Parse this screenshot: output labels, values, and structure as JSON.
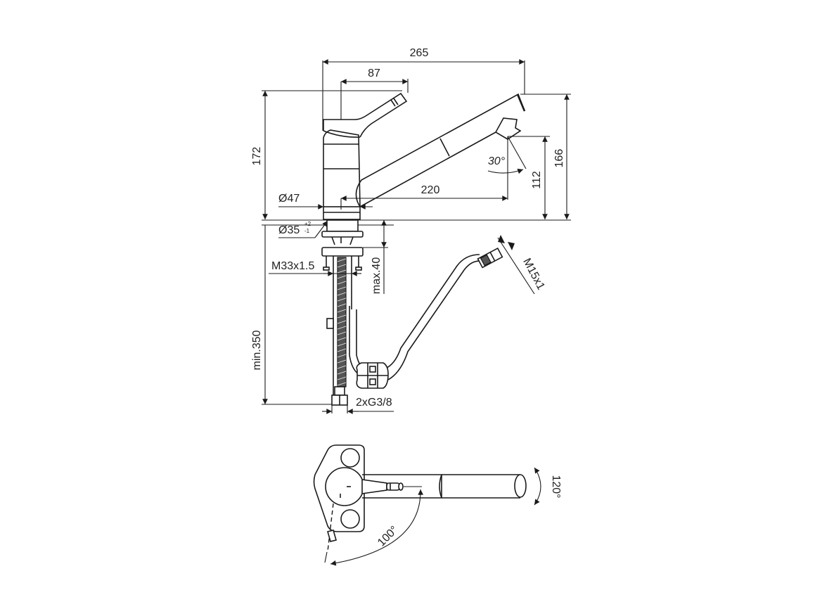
{
  "drawing": {
    "subject": "Kitchen mixer faucet with pull-out spout — technical dimension drawing",
    "units": "mm",
    "line_color": "#1a1a1a",
    "background": "#ffffff"
  },
  "side_view": {
    "dimensions": {
      "overall_reach": "265",
      "lever_reach": "87",
      "overall_height": "172",
      "spout_outlet_height": "166",
      "aerator_height": "112",
      "spout_projection": "220",
      "body_diameter": "Ø47",
      "hole_diameter": "Ø35",
      "hole_tol_plus": "+2",
      "hole_tol_minus": "-1",
      "spray_angle": "30°"
    }
  },
  "under_counter": {
    "dimensions": {
      "mount_thread": "M33x1.5",
      "max_counter_thickness": "max.40",
      "hose_min_length": "min.350",
      "connection_thread": "2xG3/8",
      "pullout_hose_thread": "M15x1"
    }
  },
  "top_view": {
    "dimensions": {
      "spout_swivel_angle": "100°",
      "spray_head_rotation": "120°"
    }
  }
}
